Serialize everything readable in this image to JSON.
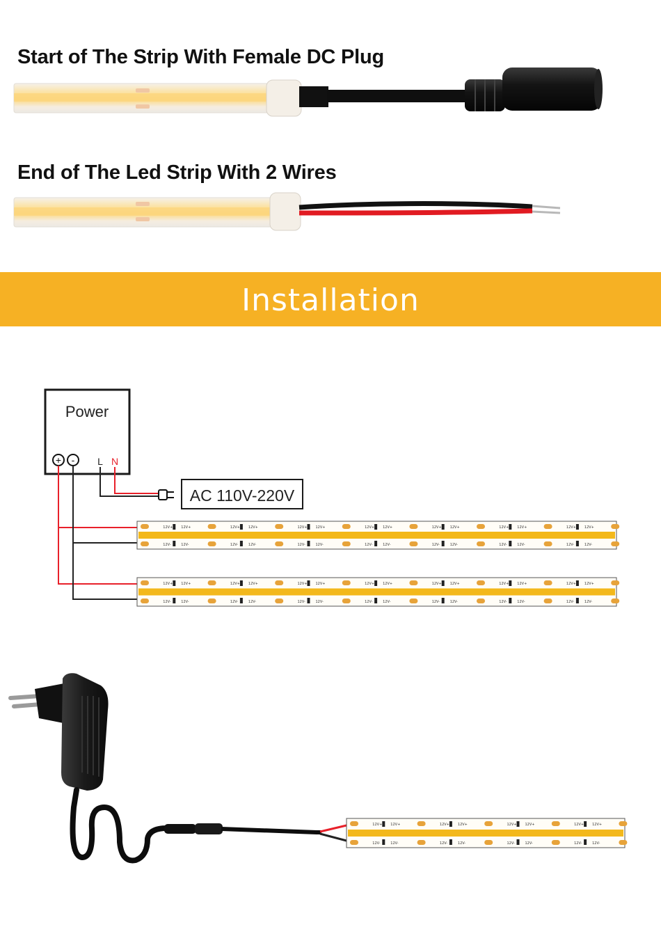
{
  "sections": {
    "start_heading": "Start of The Strip With Female DC Plug",
    "end_heading": "End of The Led Strip With 2 Wires"
  },
  "banner": {
    "title": "Installation",
    "color": "#f6b124"
  },
  "diagram": {
    "power_label": "Power",
    "plus_symbol": "+",
    "minus_symbol": "-",
    "l_label": "L",
    "n_label": "N",
    "ac_label": "AC 110V-220V",
    "pad_plus": "12V+",
    "pad_minus": "12V-"
  },
  "colors": {
    "strip_yellow": "#f3b81b",
    "strip_light": "#fbe6a3",
    "wire_red": "#e8202a",
    "wire_black": "#222222",
    "pad_orange": "#e7a33a",
    "adapter_black": "#1b1b1b"
  }
}
